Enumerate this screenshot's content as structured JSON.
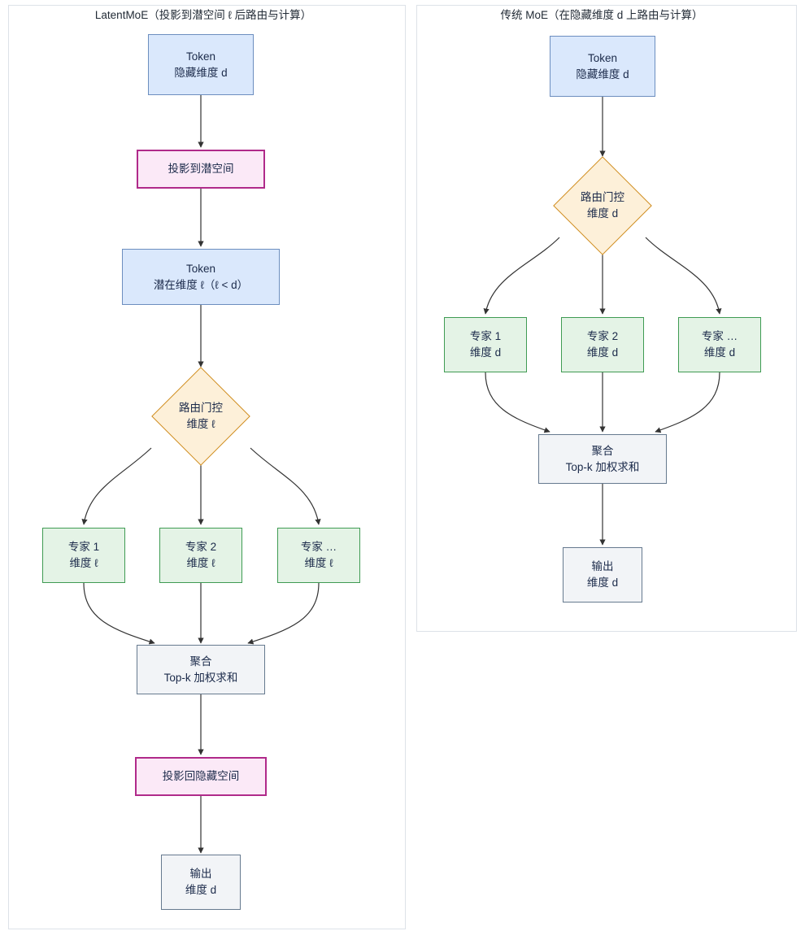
{
  "panels": {
    "left": {
      "title": "LatentMoE（投影到潜空间 ℓ 后路由与计算）",
      "nodes": {
        "token": {
          "line1": "Token",
          "line2": "隐藏维度 d"
        },
        "project_in": {
          "line1": "投影到潜空间"
        },
        "token_latent": {
          "line1": "Token",
          "line2": "潜在维度 ℓ（ℓ < d）"
        },
        "gate": {
          "line1": "路由门控",
          "line2": "维度 ℓ"
        },
        "expert1": {
          "line1": "专家 1",
          "line2": "维度 ℓ"
        },
        "expert2": {
          "line1": "专家 2",
          "line2": "维度 ℓ"
        },
        "expertN": {
          "line1": "专家 …",
          "line2": "维度 ℓ"
        },
        "aggregate": {
          "line1": "聚合",
          "line2": "Top-k 加权求和"
        },
        "project_out": {
          "line1": "投影回隐藏空间"
        },
        "output": {
          "line1": "输出",
          "line2": "维度 d"
        }
      }
    },
    "right": {
      "title": "传统 MoE（在隐藏维度 d 上路由与计算）",
      "nodes": {
        "token": {
          "line1": "Token",
          "line2": "隐藏维度 d"
        },
        "gate": {
          "line1": "路由门控",
          "line2": "维度 d"
        },
        "expert1": {
          "line1": "专家 1",
          "line2": "维度 d"
        },
        "expert2": {
          "line1": "专家 2",
          "line2": "维度 d"
        },
        "expertN": {
          "line1": "专家 …",
          "line2": "维度 d"
        },
        "aggregate": {
          "line1": "聚合",
          "line2": "Top-k 加权求和"
        },
        "output": {
          "line1": "输出",
          "line2": "维度 d"
        }
      }
    }
  },
  "colors": {
    "token_fill": "#dae8fc",
    "token_stroke": "#6c8ebf",
    "projection_fill": "#fbe9f7",
    "projection_stroke": "#b02a8a",
    "gate_fill": "#fdf0d9",
    "gate_stroke": "#cf8c1e",
    "expert_fill": "#e4f3e6",
    "expert_stroke": "#3f9b53",
    "aggregate_fill": "#f2f4f7",
    "aggregate_stroke": "#667a8f",
    "edge_stroke": "#333333",
    "panel_border": "#dde2e8"
  }
}
